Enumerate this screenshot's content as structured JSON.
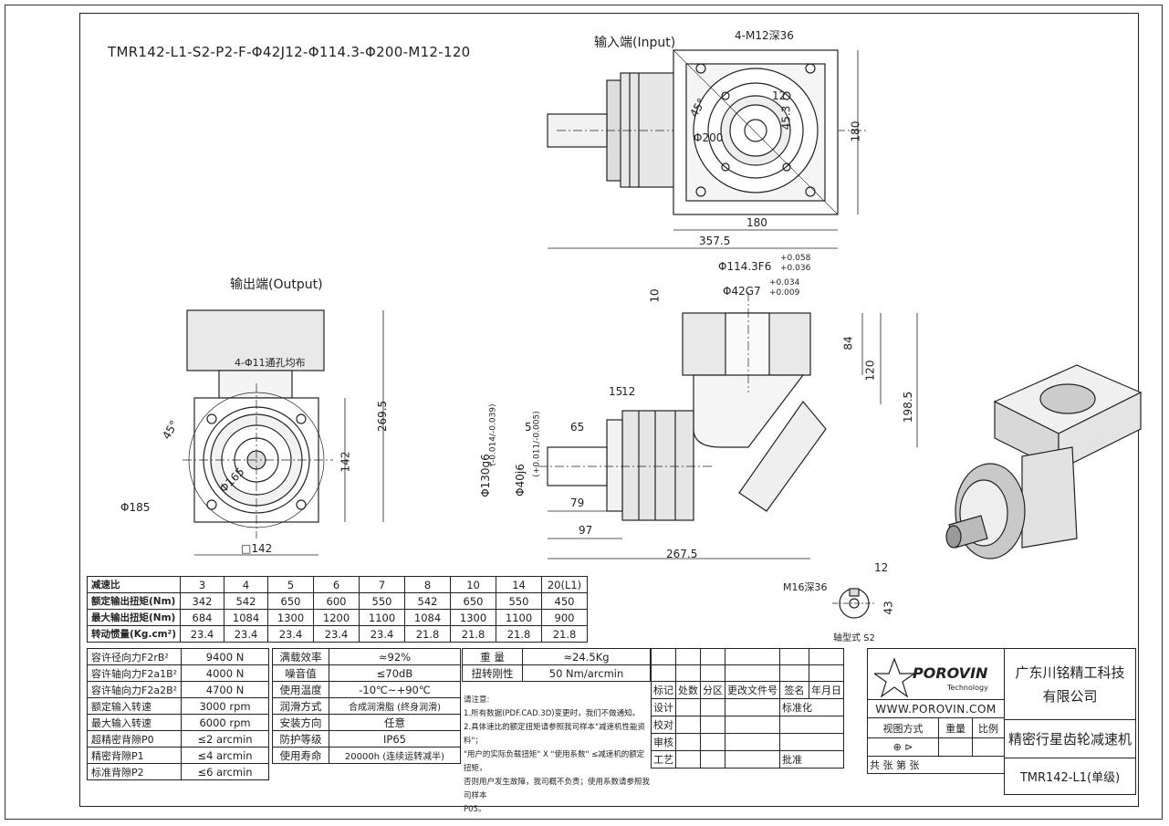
{
  "model": "TMR142-L1-S2-P2-F-Φ42J12-Φ114.3-Φ200-M12-120",
  "views": {
    "input_label": "输入端(Input)",
    "output_label": "输出端(Output)",
    "shaft_label": "轴型式 S2"
  },
  "dims": {
    "input": {
      "bolts": "4-M12深36",
      "angle": "45°",
      "d200": "Φ200",
      "d453": "45.3",
      "d12": "12",
      "h180": "180",
      "w180": "180",
      "len": "357.5"
    },
    "output": {
      "holes": "4-Φ11通孔均布",
      "angle": "45°",
      "d165": "Φ165",
      "d185": "Φ185",
      "sq142": "□142",
      "h142": "142",
      "h2695": "269.5"
    },
    "side": {
      "d1143": "Φ114.3F6",
      "tol1143a": "+0.058",
      "tol1143b": "+0.036",
      "d42": "Φ42G7",
      "tol42a": "+0.034",
      "tol42b": "+0.009",
      "d10": "10",
      "d84": "84",
      "d120": "120",
      "d1985": "198.5",
      "d15": "15",
      "d12": "12",
      "d5": "5",
      "d65": "65",
      "d130": "Φ130g6",
      "tol130": "(-0.014/-0.039)",
      "d40": "Φ40j6",
      "tol40": "(+0.011/-0.005)",
      "d79": "79",
      "d97": "97",
      "d2675": "267.5"
    },
    "shaft": {
      "thread": "M16深36",
      "d12": "12",
      "d43": "43"
    }
  },
  "ratio_table": {
    "header": [
      "减速比",
      "3",
      "4",
      "5",
      "6",
      "7",
      "8",
      "10",
      "14",
      "20(L1)"
    ],
    "rows": [
      [
        "额定输出扭矩(Nm)",
        "342",
        "542",
        "650",
        "600",
        "550",
        "542",
        "650",
        "550",
        "450"
      ],
      [
        "最大输出扭矩(Nm)",
        "684",
        "1084",
        "1300",
        "1200",
        "1100",
        "1084",
        "1300",
        "1100",
        "900"
      ],
      [
        "转动惯量(Kg.cm²)",
        "23.4",
        "23.4",
        "23.4",
        "23.4",
        "23.4",
        "21.8",
        "21.8",
        "21.8",
        "21.8"
      ]
    ]
  },
  "spec_left": [
    [
      "容许径向力F2rB²",
      "9400 N"
    ],
    [
      "容许轴向力F2a1B²",
      "4000 N"
    ],
    [
      "容许轴向力F2a2B²",
      "4700 N"
    ],
    [
      "额定输入转速",
      "3000 rpm"
    ],
    [
      "最大输入转速",
      "6000 rpm"
    ],
    [
      "超精密背隙P0",
      "≤2 arcmin"
    ],
    [
      "精密背隙P1",
      "≤4 arcmin"
    ],
    [
      "标准背隙P2",
      "≤6 arcmin"
    ]
  ],
  "spec_mid": [
    [
      "满载效率",
      "≈92%"
    ],
    [
      "噪音值",
      "≤70dB"
    ],
    [
      "使用温度",
      "-10℃~+90℃"
    ],
    [
      "润滑方式",
      "合成润滑脂 (终身润滑)"
    ],
    [
      "安装方向",
      "任意"
    ],
    [
      "防护等级",
      "IP65"
    ],
    [
      "使用寿命",
      "20000h (连续运转减半)"
    ]
  ],
  "weight": {
    "label": "重  量",
    "value": "≈24.5Kg"
  },
  "stiffness": {
    "label": "扭转刚性",
    "value": "50 Nm/arcmin"
  },
  "notes": {
    "title": "请注意:",
    "l1": "1.所有数据(PDF.CAD.3D)变更时，我们不做通知。",
    "l2": "2.具体速比的额定扭矩请参照我司样本\"减速机性能资料\"；",
    "l3": "\"用户的实际负载扭矩\" X \"使用系数\" ≤减速机的额定扭矩，",
    "l4": "否则用户发生故障，我司概不负责；使用系数请参照我司样本",
    "l5": "P05。"
  },
  "title_block": {
    "row1": [
      "标记",
      "处数",
      "分区",
      "更改文件号",
      "签名",
      "年月日"
    ],
    "design": "设计",
    "std": "标准化",
    "check": "校对",
    "audit": "审核",
    "craft": "工艺",
    "approve": "批准",
    "website": "WWW.POROVIN.COM",
    "view_method": "视图方式",
    "weight": "重量",
    "scale": "比例",
    "sheets": "共    张  第    张",
    "company1": "广东川铭精工科技",
    "company2": "有限公司",
    "product": "精密行星齿轮减速机",
    "code": "TMR142-L1(单级)",
    "logo_text": "POROVIN",
    "logo_sub": "Technology"
  }
}
